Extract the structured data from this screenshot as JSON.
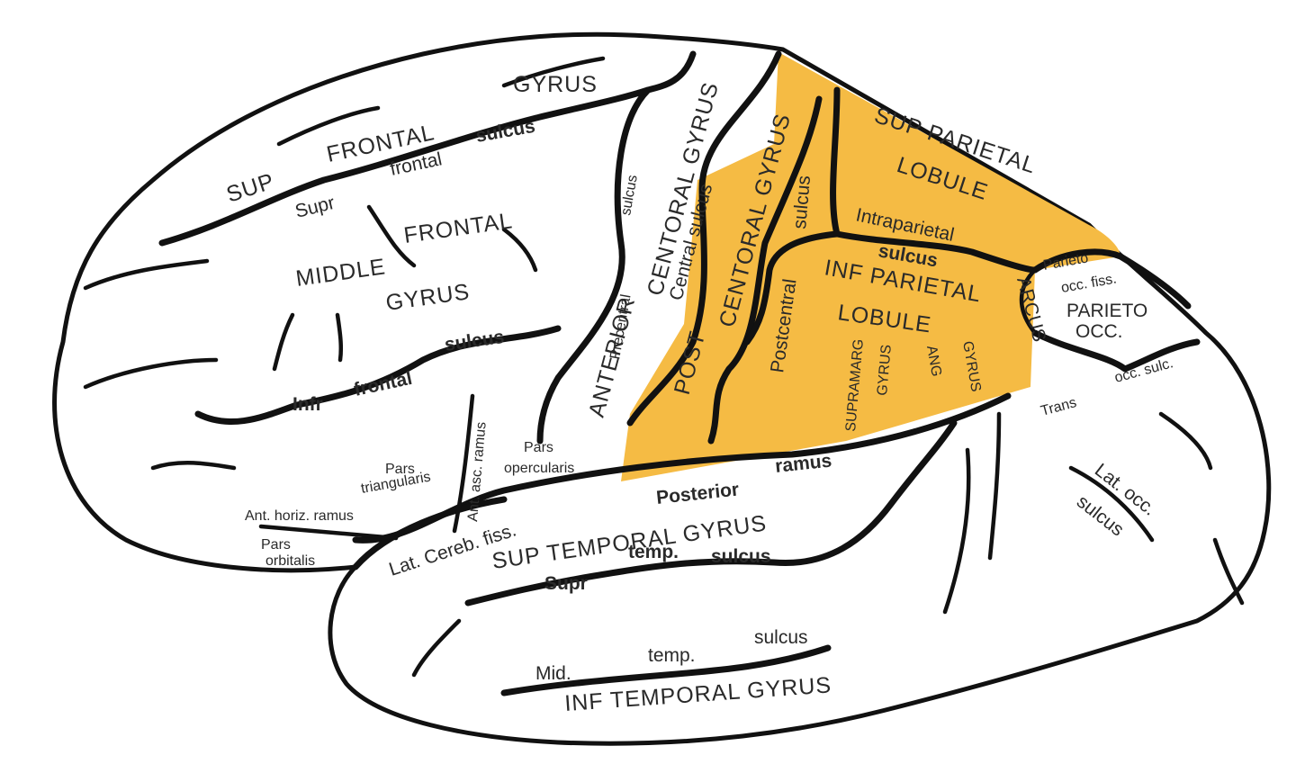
{
  "colors": {
    "highlight": "#f5bb44",
    "outline": "#111111",
    "background": "#ffffff",
    "label": "#2a2a2a"
  },
  "labels": {
    "sup_frontal_gyrus_1": "GYRUS",
    "sup_frontal_gyrus_2": "FRONTAL",
    "sup_frontal_gyrus_3": "SUP",
    "supr_frontal_sulcus_1": "sulcus",
    "supr_frontal_sulcus_2": "frontal",
    "supr_frontal_sulcus_3": "Supr",
    "middle_frontal_gyrus_1": "MIDDLE",
    "middle_frontal_gyrus_2": "FRONTAL",
    "middle_frontal_gyrus_3": "GYRUS",
    "infr_frontal_sulcus_1": "sulcus",
    "infr_frontal_sulcus_2": "frontal",
    "infr_frontal_sulcus_3": "Infr",
    "precentral_sulcus_1": "sulcus",
    "precentral_sulcus_2": "Precentral",
    "anterior_central_gyrus_1": "CENTORAL GYRUS",
    "anterior_central_gyrus_2": "ANTERIOR",
    "central_sulcus": "Central sulcus",
    "post_central_gyrus_1": "CENTORAL GYRUS",
    "post_central_gyrus_2": "POST",
    "postcentral_sulcus_1": "sulcus",
    "postcentral_sulcus_2": "Postcentral",
    "sup_parietal_lobule_1": "SUP PARIETAL",
    "sup_parietal_lobule_2": "LOBULE",
    "intraparietal_sulcus_1": "Intraparietal",
    "intraparietal_sulcus_2": "sulcus",
    "inf_parietal_lobule_1": "INF PARIETAL",
    "inf_parietal_lobule_2": "LOBULE",
    "supramarg_gyrus_1": "SUPRAMARG",
    "supramarg_gyrus_2": "GYRUS",
    "ang_gyrus_1": "ANG",
    "ang_gyrus_2": "GYRUS",
    "parieto_occ_fiss_1": "Parieto",
    "parieto_occ_fiss_2": "occ. fiss.",
    "arcus": "ARCUS",
    "parieto_occ_arc_1": "PARIETO",
    "parieto_occ_arc_2": "OCC.",
    "trans_occ_sulc_1": "Trans",
    "trans_occ_sulc_2": "occ. sulc.",
    "lat_occ_sulcus_1": "Lat. occ.",
    "lat_occ_sulcus_2": "sulcus",
    "pars_opercularis_1": "Pars",
    "pars_opercularis_2": "opercularis",
    "pars_triangularis_1": "Pars",
    "pars_triangularis_2": "triangularis",
    "ant_asc_ramus": "Ant. asc. ramus",
    "ant_horiz_ramus": "Ant. horiz. ramus",
    "pars_orbitalis_1": "Pars",
    "pars_orbitalis_2": "orbitalis",
    "lat_cereb_fiss": "Lat. Cereb. fiss.",
    "posterior_ramus_1": "Posterior",
    "posterior_ramus_2": "ramus",
    "sup_temporal_gyrus": "SUP TEMPORAL GYRUS",
    "supr_temp_sulcus_1": "Supr",
    "supr_temp_sulcus_2": "temp.",
    "supr_temp_sulcus_3": "sulcus",
    "mid_temp_sulcus_1": "Mid.",
    "mid_temp_sulcus_2": "temp.",
    "mid_temp_sulcus_3": "sulcus",
    "inf_temporal_gyrus": "INF TEMPORAL GYRUS"
  }
}
